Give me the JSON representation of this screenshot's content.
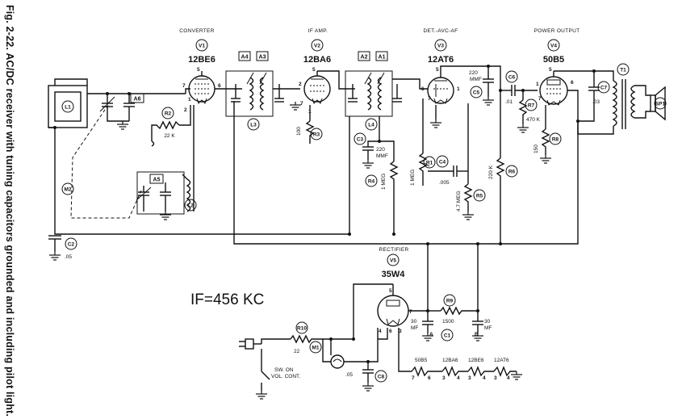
{
  "caption": "Fig. 2-22. AC/DC receiver with tuning capacitors grounded and including pilot light.",
  "sections": {
    "converter": "CONVERTER",
    "if_amp": "IF AMP.",
    "det": "DET.-AVC-AF",
    "power": "POWER OUTPUT",
    "rectifier": "RECTIFIER"
  },
  "tubes": [
    {
      "ref": "V1",
      "type": "12BE6"
    },
    {
      "ref": "V2",
      "type": "12BA6"
    },
    {
      "ref": "V3",
      "type": "12AT6"
    },
    {
      "ref": "V4",
      "type": "50B5"
    },
    {
      "ref": "V5",
      "type": "35W4"
    }
  ],
  "if_label": "IF=456 KC",
  "adjustments": [
    "A6",
    "A5",
    "A4",
    "A3",
    "A2",
    "A1"
  ],
  "components": {
    "L1": "L1",
    "L2": "L2",
    "L3": "L3",
    "L4": "L4",
    "M1": "M1",
    "M2": "M2",
    "T1": "T1",
    "SP1": "SP1",
    "R1": "R1",
    "R2": "R2",
    "R3": "R3",
    "R4": "R4",
    "R5": "R5",
    "R6": "R6",
    "R7": "R7",
    "R8": "R8",
    "R9": "R9",
    "R10": "R10",
    "C1": "C1",
    "C2": "C2",
    "C3": "C3",
    "C4": "C4",
    "C5": "C5",
    "C6": "C6",
    "C7": "C7",
    "C8": "C8"
  },
  "values": {
    "r2": "22 K",
    "r3": "100",
    "c3a": "220",
    "c3b": "MMF",
    "r4": "1 MEG",
    "r1": "1 MEG",
    "c4": ".005",
    "r5": "4.7 MEG",
    "c5a": "220",
    "c5b": "MMF",
    "r6": "220 K",
    "c6": ".01",
    "r7": "470 K",
    "r8": "150",
    "c7": ".03",
    "c2": ".05",
    "r9": "1500",
    "r10": "22",
    "c8": ".05",
    "c1a_val": "30",
    "c1a_unit": "MF",
    "c1b_val": "30",
    "c1b_unit": "MF",
    "c1a_tag": "A",
    "c1b_tag": "B",
    "switch1": "SW. ON",
    "switch2": "VOL. CONT."
  },
  "heater_chain": [
    "50B5",
    "12BA6",
    "12BE6",
    "12AT6"
  ],
  "pins": {
    "v1": [
      "7",
      "5",
      "6",
      "1",
      "2"
    ],
    "v2": [
      "2",
      "5",
      "7",
      "1"
    ],
    "v3": [
      "6",
      "7",
      "5",
      "1"
    ],
    "v4": [
      "5",
      "6",
      "7",
      "1"
    ],
    "v5": [
      "5",
      "7",
      "4",
      "6",
      "3"
    ],
    "chain": [
      "7",
      "6",
      "3",
      "4",
      "3",
      "4",
      "3",
      "4"
    ]
  }
}
